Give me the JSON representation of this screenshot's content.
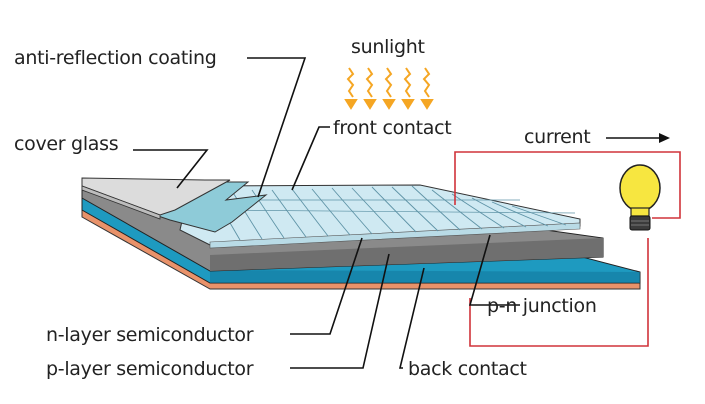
{
  "labels": {
    "anti_reflection_coating": "anti-reflection coating",
    "sunlight": "sunlight",
    "front_contact": "front contact",
    "cover_glass": "cover glass",
    "current": "current",
    "p_n_junction": "p-n junction",
    "n_layer": "n-layer semiconductor",
    "p_layer": "p-layer semiconductor",
    "back_contact": "back contact"
  },
  "icons": [
    "sunlight-rays-icon",
    "light-bulb-icon",
    "current-arrow-icon"
  ],
  "colors": {
    "cover_glass": "#dcdcdc",
    "anti_reflection": "#8ecbd8",
    "front_contact_grid": "#cfe9f2",
    "n_layer": "#8a8a8a",
    "p_layer": "#1e9ac0",
    "back_contact": "#e8926a",
    "sunlight": "#f5a623",
    "circuit_wire": "#d0333a",
    "bulb": "#f7e640"
  }
}
